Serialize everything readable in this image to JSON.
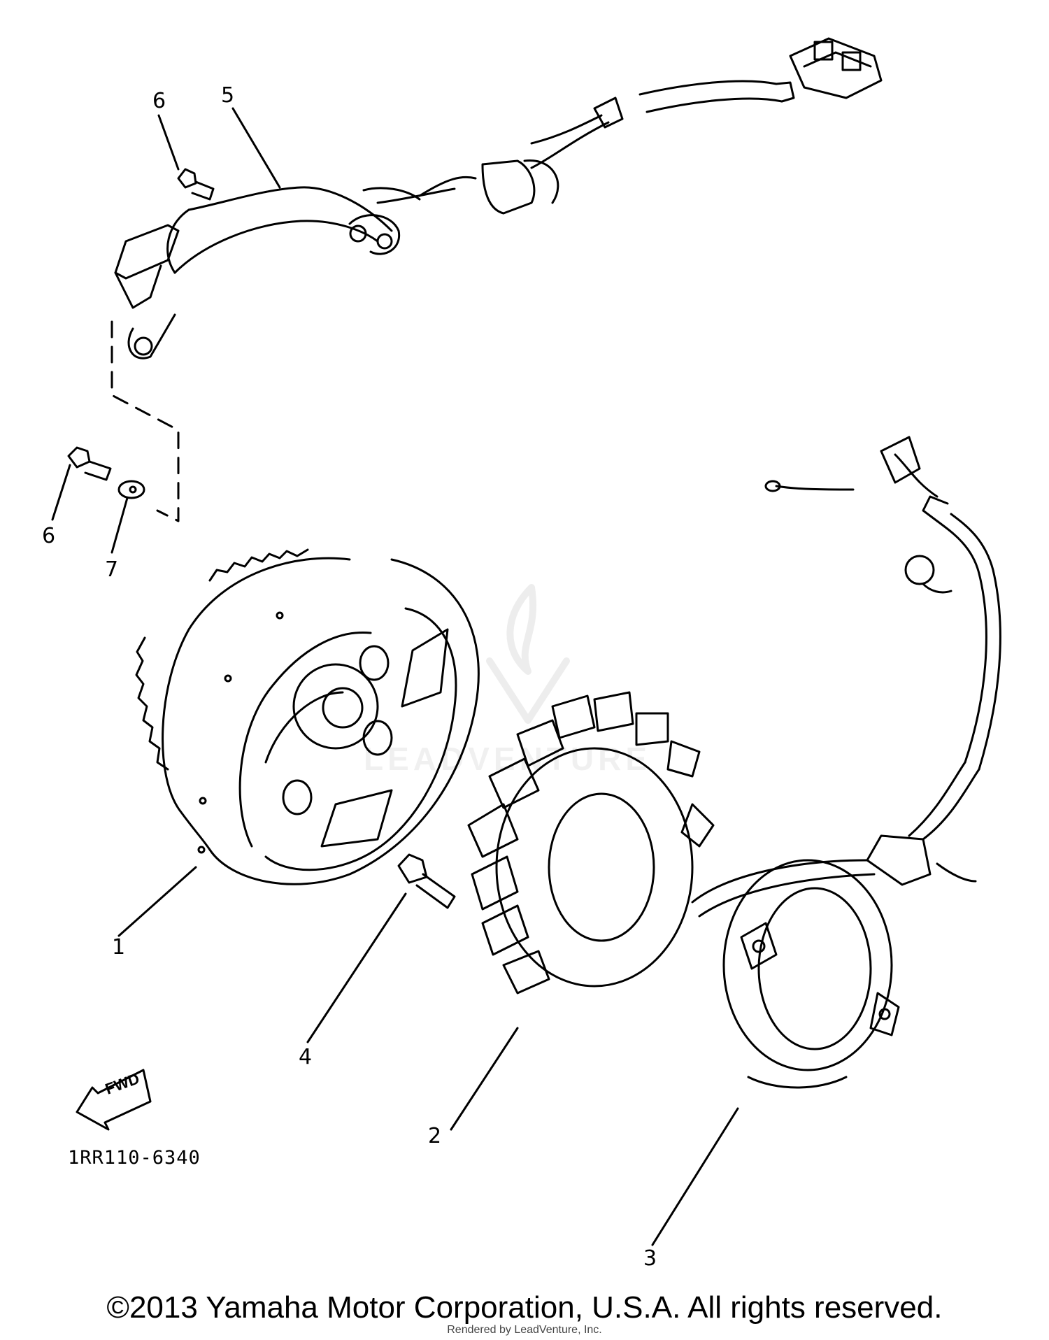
{
  "callouts": {
    "c1": "1",
    "c2": "2",
    "c3": "3",
    "c4": "4",
    "c5": "5",
    "c6_top": "6",
    "c6_left": "6",
    "c7": "7"
  },
  "fwd_label": "FWD",
  "part_code": "1RR110-6340",
  "copyright": "©2013 Yamaha Motor Corporation, U.S.A. All rights reserved.",
  "rendered_by": "Rendered by LeadVenture, Inc.",
  "watermark": "LEADVENTURE",
  "colors": {
    "ink": "#000000",
    "background": "#ffffff"
  }
}
